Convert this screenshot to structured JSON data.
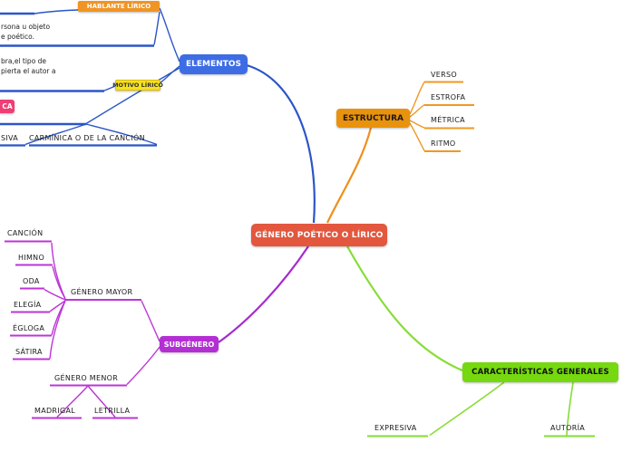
{
  "center": {
    "label": "GÉNERO POÉTICO O LÍRICO"
  },
  "elementos": {
    "label": "ELEMENTOS",
    "hablante": {
      "label": "HABLANTE LÍRICO",
      "desc": [
        "rsona u objeto",
        "e poético."
      ]
    },
    "motivo": {
      "label": "MOTIVO LÍRICO",
      "desc": [
        "bra,el tipo de",
        "pierta el autor a"
      ]
    },
    "actitud": {
      "label": "CA",
      "children": [
        "SIVA",
        "CARMÍNICA O DE LA CANCIÓN"
      ]
    }
  },
  "estructura": {
    "label": "ESTRUCTURA",
    "items": [
      "VERSO",
      "ESTROFA",
      "MÉTRICA",
      "RITMO"
    ]
  },
  "subgenero": {
    "label": "SUBGÉNERO",
    "mayor": {
      "label": "GÉNERO MAYOR",
      "items": [
        "CANCIÓN",
        "HIMNO",
        "ODA",
        "ELEGÍA",
        "ÉGLOGA",
        "SÁTIRA"
      ]
    },
    "menor": {
      "label": "GÉNERO MENOR",
      "items": [
        "MADRIGAL",
        "LETRILLA"
      ]
    }
  },
  "caracteristicas": {
    "label": "CARACTERÍSTICAS GENERALES",
    "items": [
      "EXPRESIVA",
      "AUTORÍA"
    ]
  },
  "colors": {
    "center": "#e2573e",
    "elementos": "#3d6ce5",
    "elementos_line": "#2b55c8",
    "estructura": "#e8920e",
    "estructura_line": "#f09822",
    "hablante": "#f09423",
    "motivo": "#f8e11c",
    "actitud": "#ed3f76",
    "subgenero": "#b32fd4",
    "subgenero_line": "#bc35d6",
    "caracteristicas": "#76d80e",
    "caracteristicas_line": "#86dd36"
  }
}
